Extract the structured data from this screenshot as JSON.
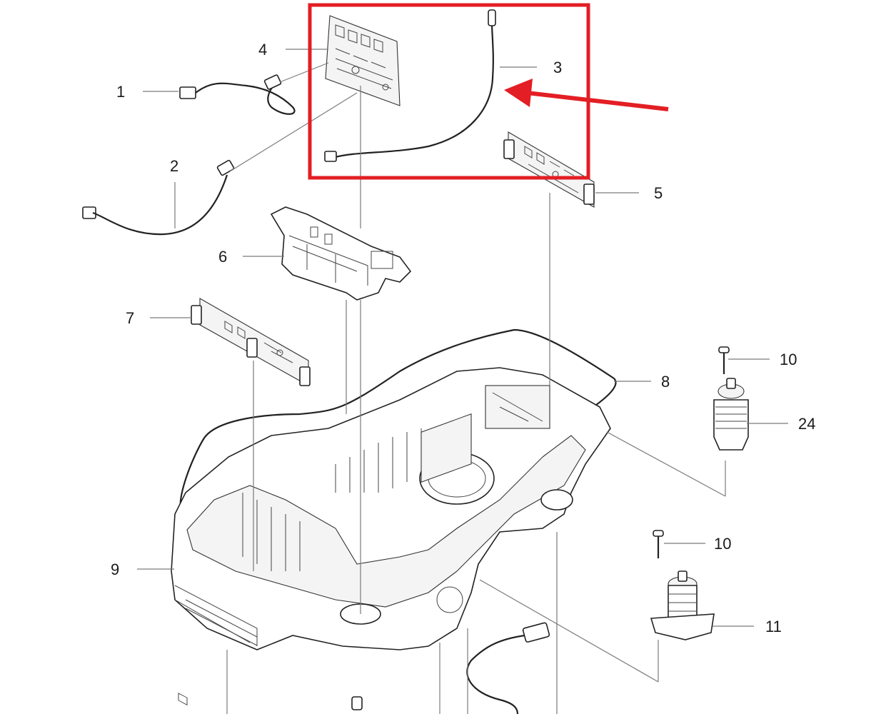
{
  "callouts": {
    "c1": "1",
    "c2": "2",
    "c3": "3",
    "c4": "4",
    "c5": "5",
    "c6": "6",
    "c7": "7",
    "c8": "8",
    "c9": "9",
    "c10a": "10",
    "c10b": "10",
    "c11": "11",
    "c24": "24"
  },
  "highlight": {
    "color": "#e31e24"
  }
}
